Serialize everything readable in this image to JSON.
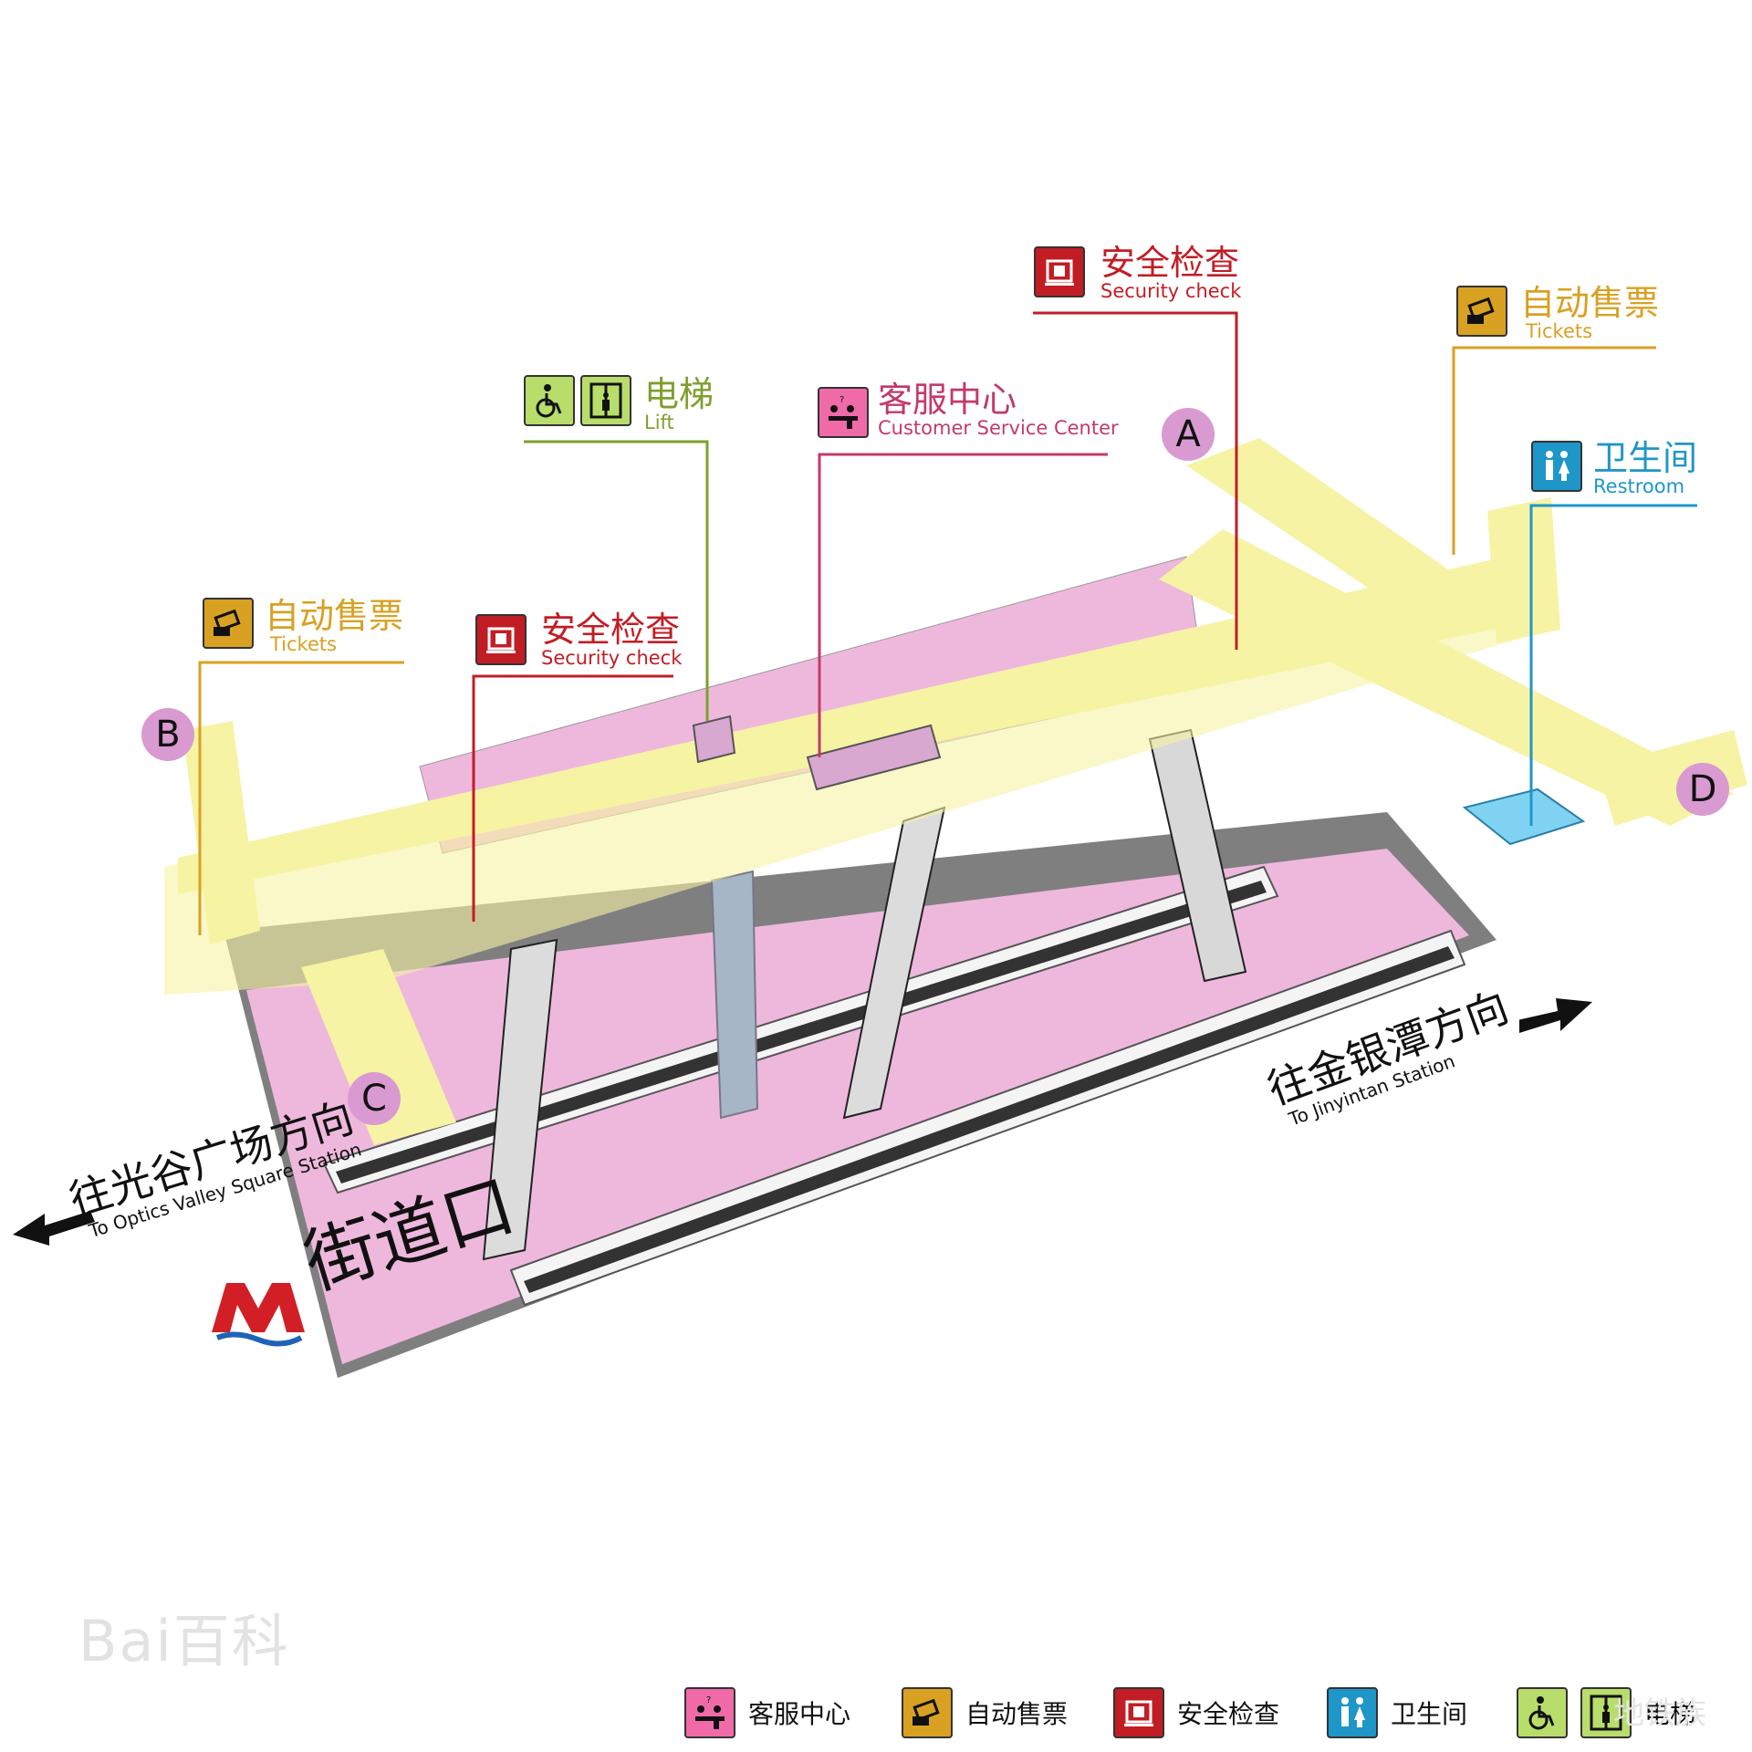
{
  "station": {
    "name": "街道口"
  },
  "colors": {
    "concourse": "#f6f3a4",
    "platform": "#eeb8dc",
    "track": "#7f7f7f",
    "restroom_floor": "#7fd2f2",
    "exit_badge": "#d89ad0",
    "tickets": "#d8a122",
    "security": "#c21d24",
    "lift": "#7f9f2c",
    "service": "#c23a6a",
    "restroom": "#1f96c8"
  },
  "icons": {
    "tickets": "ticket-machine-icon",
    "security": "luggage-scanner-icon",
    "service": "customer-service-icon",
    "restroom": "restroom-icon",
    "lift": "elevator-icon",
    "accessible": "wheelchair-icon"
  },
  "labels": {
    "security_top": {
      "zh": "安全检查",
      "en": "Security check"
    },
    "tickets_right": {
      "zh": "自动售票",
      "en": "Tickets"
    },
    "lift": {
      "zh": "电梯",
      "en": "Lift"
    },
    "service": {
      "zh": "客服中心",
      "en": "Customer Service Center"
    },
    "restroom": {
      "zh": "卫生间",
      "en": "Restroom"
    },
    "tickets_left": {
      "zh": "自动售票",
      "en": "Tickets"
    },
    "security_left": {
      "zh": "安全检查",
      "en": "Security check"
    }
  },
  "exits": [
    "A",
    "B",
    "C",
    "D"
  ],
  "directions": {
    "left": {
      "zh": "往光谷广场方向",
      "en": "To Optics Valley Square Station"
    },
    "right": {
      "zh": "往金银潭方向",
      "en": "To Jinyintan Station"
    }
  },
  "legend": [
    {
      "key": "service",
      "text": "客服中心"
    },
    {
      "key": "tickets",
      "text": "自动售票"
    },
    {
      "key": "security",
      "text": "安全检查"
    },
    {
      "key": "restroom",
      "text": "卫生间"
    },
    {
      "key": "lift",
      "text": "电梯"
    }
  ],
  "watermarks": {
    "left": "Bai百科",
    "right": "地铁族"
  }
}
